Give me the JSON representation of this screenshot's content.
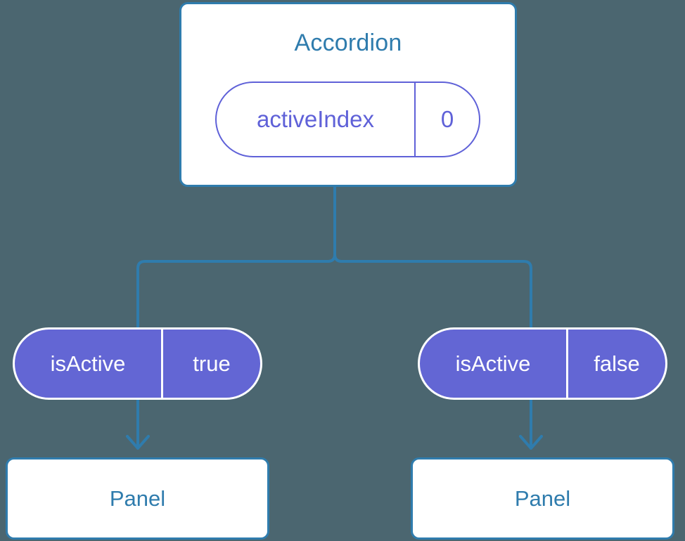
{
  "diagram": {
    "type": "component-tree",
    "background_color": "#4b6670",
    "accent_blue": "#2f7cad",
    "accent_indigo": "#5f61d8",
    "pill_fill": "#6366d4",
    "parent": {
      "title": "Accordion",
      "state_pill": {
        "key": "activeIndex",
        "value": "0"
      }
    },
    "branches": [
      {
        "prop_pill": {
          "key": "isActive",
          "value": "true"
        },
        "child": {
          "title": "Panel"
        }
      },
      {
        "prop_pill": {
          "key": "isActive",
          "value": "false"
        },
        "child": {
          "title": "Panel"
        }
      }
    ]
  }
}
